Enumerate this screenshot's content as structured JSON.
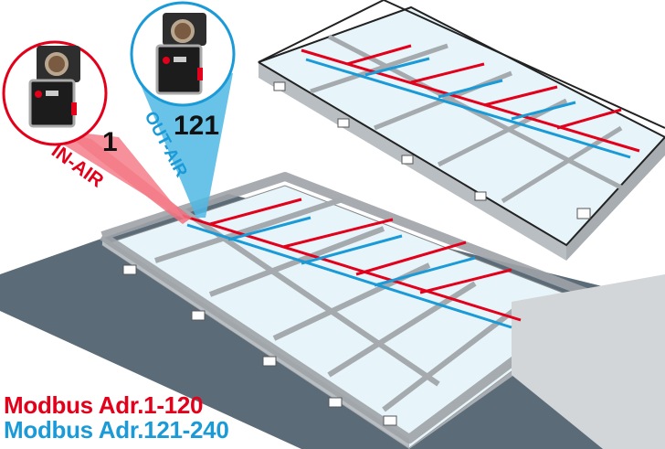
{
  "colors": {
    "in_air": "#e2001a",
    "out_air": "#1a9ad7",
    "ground": "#5b6b78",
    "wall": "#c9cdd0",
    "floor": "#e6f3f8"
  },
  "callouts": {
    "in_air": {
      "label": "IN-AIR",
      "address": "1",
      "icon": "damper-actuator-icon"
    },
    "out_air": {
      "label": "OUT-AIR",
      "address": "121",
      "icon": "damper-actuator-icon"
    }
  },
  "legend": {
    "in_air": "Modbus Adr.1-120",
    "out_air": "Modbus Adr.121-240"
  }
}
